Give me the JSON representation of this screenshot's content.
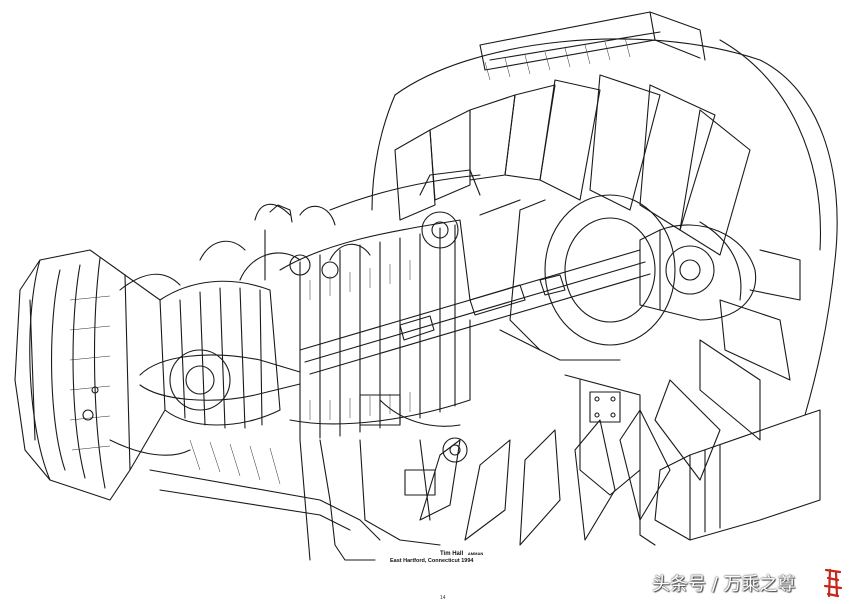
{
  "credits": {
    "artist": "Tim Hall",
    "artist_tag": "AMMAN",
    "location": "East Hartford, Connecticut 1994"
  },
  "page_number": "14",
  "watermark": {
    "text": "头条号 / 万乘之尊"
  },
  "colors": {
    "ink": "#1a1a1a",
    "paper": "#ffffff",
    "seal_red": "#c8261d"
  }
}
